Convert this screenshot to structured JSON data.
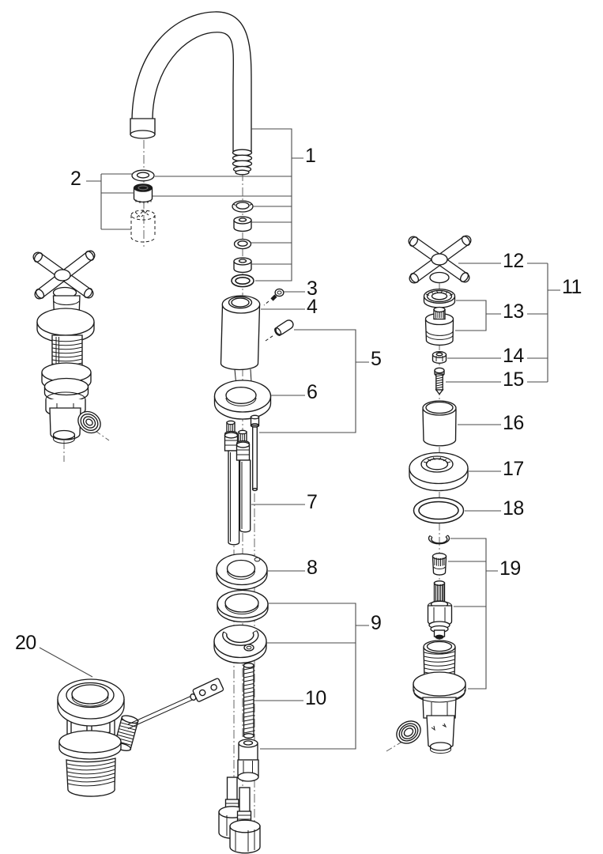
{
  "diagram": {
    "type": "exploded-parts-diagram",
    "background_color": "#ffffff",
    "line_color": "#1a1a1a",
    "callouts": [
      {
        "label": "1"
      },
      {
        "label": "2"
      },
      {
        "label": "3"
      },
      {
        "label": "4"
      },
      {
        "label": "5"
      },
      {
        "label": "6"
      },
      {
        "label": "7"
      },
      {
        "label": "8"
      },
      {
        "label": "9"
      },
      {
        "label": "10"
      },
      {
        "label": "11"
      },
      {
        "label": "12"
      },
      {
        "label": "13"
      },
      {
        "label": "14"
      },
      {
        "label": "15"
      },
      {
        "label": "16"
      },
      {
        "label": "17"
      },
      {
        "label": "18"
      },
      {
        "label": "19"
      },
      {
        "label": "20"
      }
    ]
  }
}
